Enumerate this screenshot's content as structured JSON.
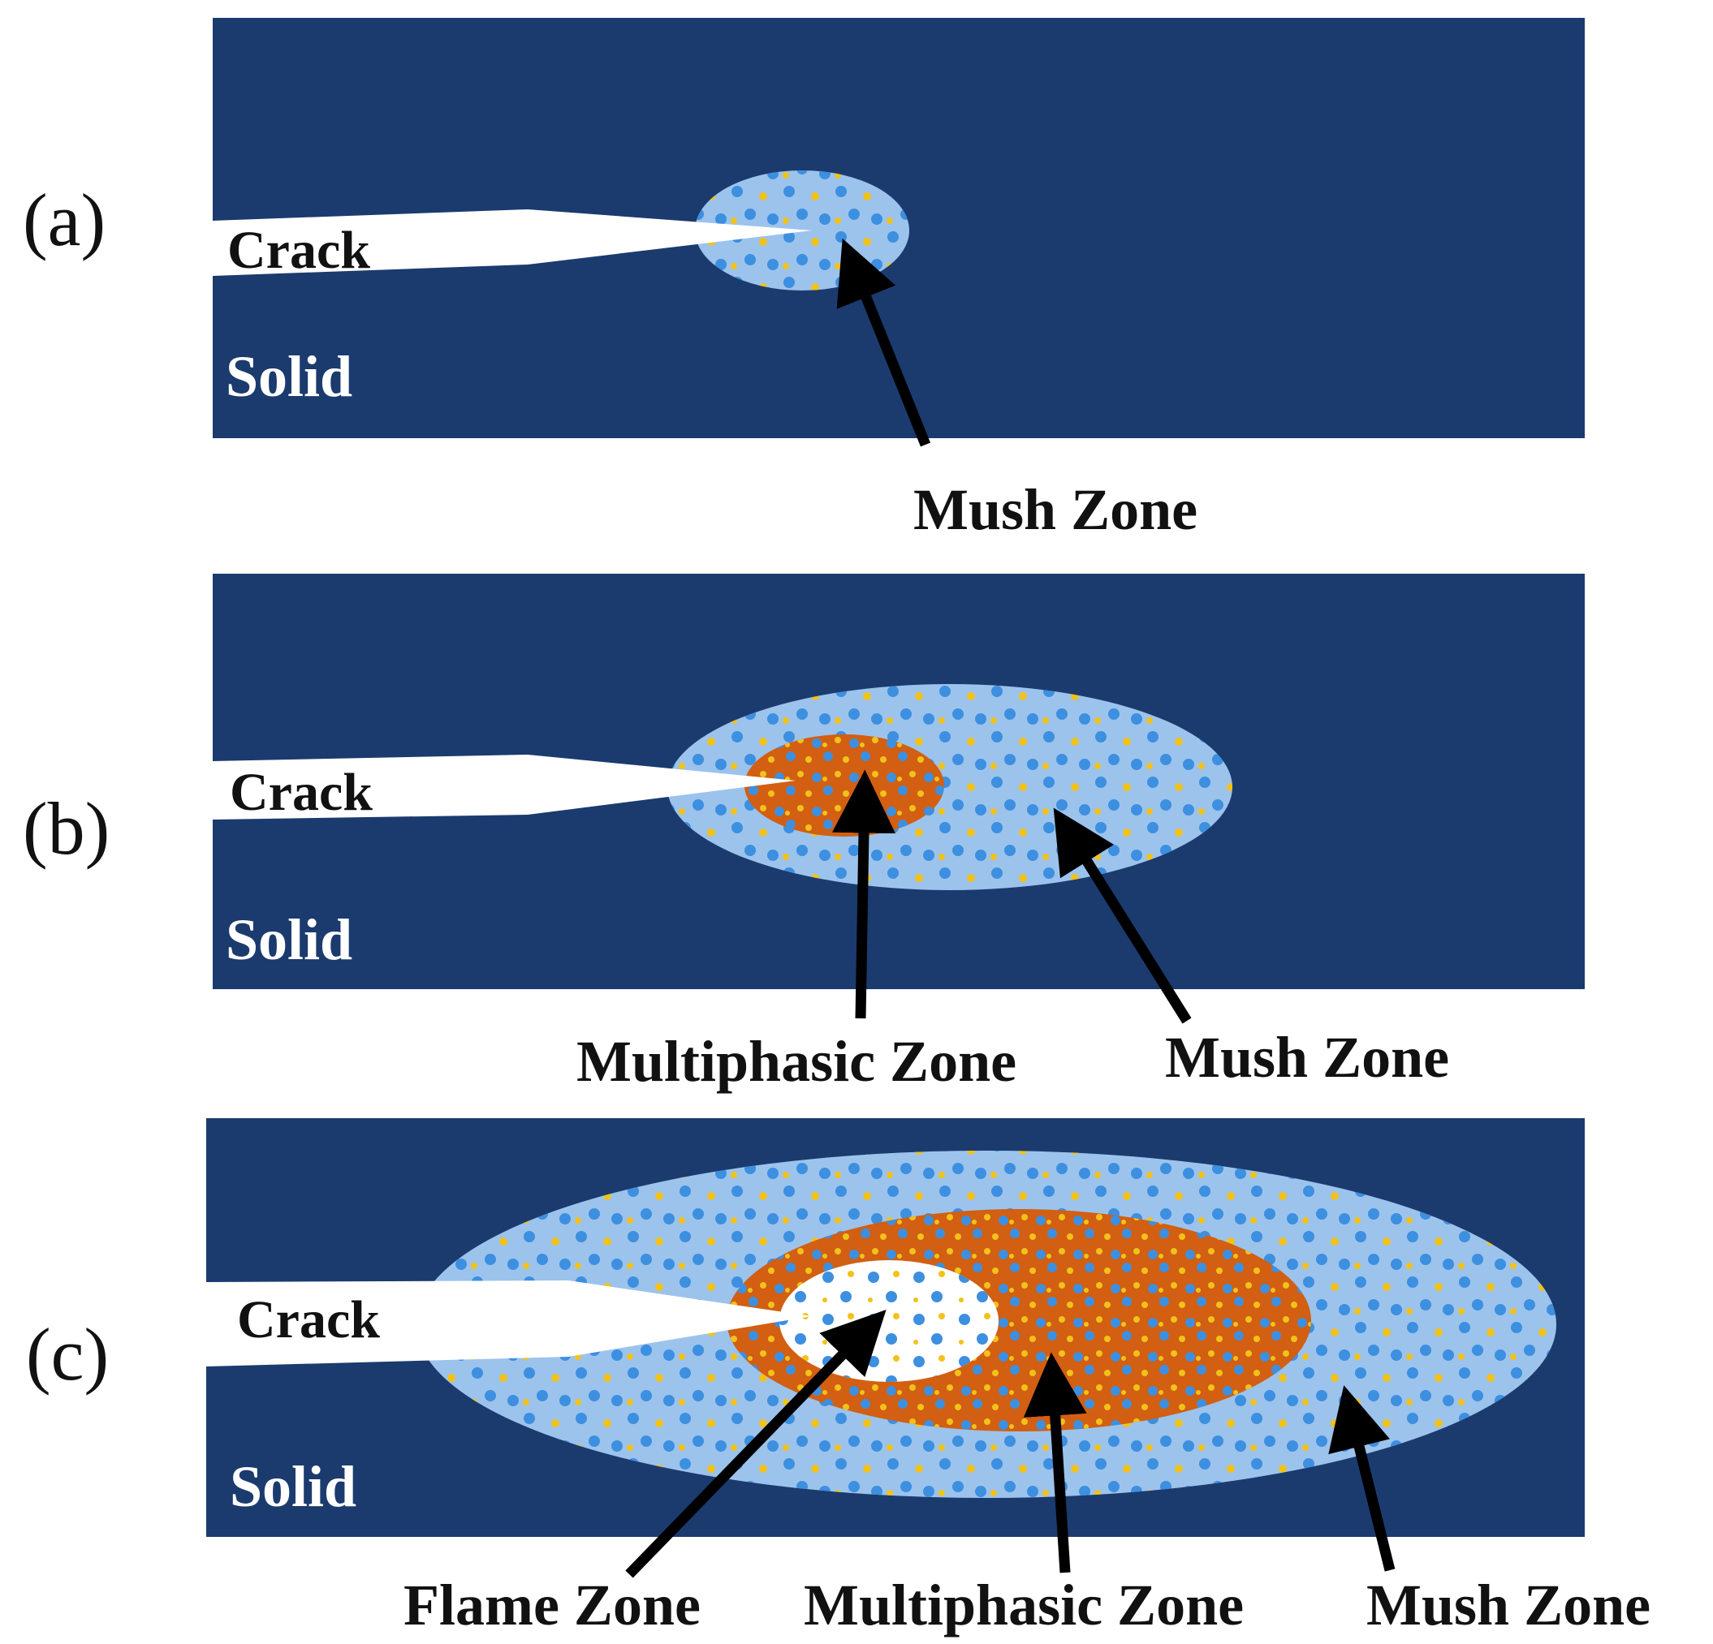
{
  "panels": [
    {
      "letter": "(a)",
      "crack_label": "Crack",
      "solid_label": "Solid",
      "callouts": [
        "Mush Zone"
      ]
    },
    {
      "letter": "(b)",
      "crack_label": "Crack",
      "solid_label": "Solid",
      "callouts": [
        "Multiphasic Zone",
        "Mush Zone"
      ]
    },
    {
      "letter": "(c)",
      "crack_label": "Crack",
      "solid_label": "Solid",
      "callouts": [
        "Flame Zone",
        "Multiphasic Zone",
        "Mush Zone"
      ]
    }
  ],
  "colors": {
    "solid": "#1b3b6f",
    "mush_zone": "#9cc3ec",
    "multiphasic_zone": "#d25f12",
    "flame_zone": "#ffffff",
    "crack": "#ffffff",
    "dot_blue": "#3d8fe0",
    "dot_yellow": "#f2c21a",
    "arrow": "#000000"
  }
}
